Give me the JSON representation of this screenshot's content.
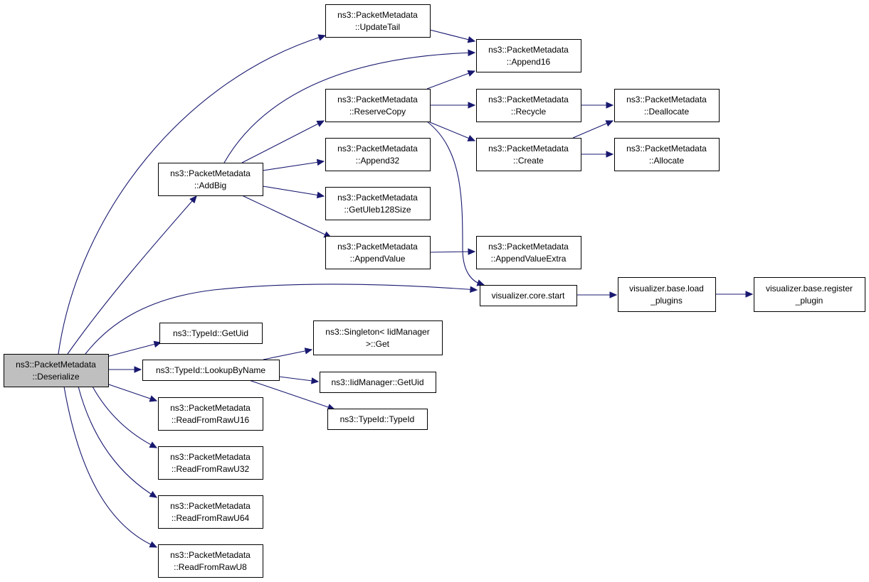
{
  "diagram": {
    "root": "deserialize",
    "nodes": [
      {
        "id": "deserialize",
        "lines": [
          "ns3::PacketMetadata",
          "::Deserialize"
        ]
      },
      {
        "id": "updatetail",
        "lines": [
          "ns3::PacketMetadata",
          "::UpdateTail"
        ]
      },
      {
        "id": "append16",
        "lines": [
          "ns3::PacketMetadata",
          "::Append16"
        ]
      },
      {
        "id": "reservecopy",
        "lines": [
          "ns3::PacketMetadata",
          "::ReserveCopy"
        ]
      },
      {
        "id": "recycle",
        "lines": [
          "ns3::PacketMetadata",
          "::Recycle"
        ]
      },
      {
        "id": "deallocate",
        "lines": [
          "ns3::PacketMetadata",
          "::Deallocate"
        ]
      },
      {
        "id": "create",
        "lines": [
          "ns3::PacketMetadata",
          "::Create"
        ]
      },
      {
        "id": "allocate",
        "lines": [
          "ns3::PacketMetadata",
          "::Allocate"
        ]
      },
      {
        "id": "addbig",
        "lines": [
          "ns3::PacketMetadata",
          "::AddBig"
        ]
      },
      {
        "id": "append32",
        "lines": [
          "ns3::PacketMetadata",
          "::Append32"
        ]
      },
      {
        "id": "getuleb",
        "lines": [
          "ns3::PacketMetadata",
          "::GetUleb128Size"
        ]
      },
      {
        "id": "appendvalue",
        "lines": [
          "ns3::PacketMetadata",
          "::AppendValue"
        ]
      },
      {
        "id": "appendvalueextra",
        "lines": [
          "ns3::PacketMetadata",
          "::AppendValueExtra"
        ]
      },
      {
        "id": "corestart",
        "lines": [
          "visualizer.core.start"
        ]
      },
      {
        "id": "loadplugins",
        "lines": [
          "visualizer.base.load",
          "_plugins"
        ]
      },
      {
        "id": "registerplugin",
        "lines": [
          "visualizer.base.register",
          "_plugin"
        ]
      },
      {
        "id": "typeidgetuid",
        "lines": [
          "ns3::TypeId::GetUid"
        ]
      },
      {
        "id": "lookupbyname",
        "lines": [
          "ns3::TypeId::LookupByName"
        ]
      },
      {
        "id": "singletonget",
        "lines": [
          "ns3::Singleton< IidManager",
          " >::Get"
        ]
      },
      {
        "id": "iidgetuid",
        "lines": [
          "ns3::IidManager::GetUid"
        ]
      },
      {
        "id": "typeidctor",
        "lines": [
          "ns3::TypeId::TypeId"
        ]
      },
      {
        "id": "readu16",
        "lines": [
          "ns3::PacketMetadata",
          "::ReadFromRawU16"
        ]
      },
      {
        "id": "readu32",
        "lines": [
          "ns3::PacketMetadata",
          "::ReadFromRawU32"
        ]
      },
      {
        "id": "readu64",
        "lines": [
          "ns3::PacketMetadata",
          "::ReadFromRawU64"
        ]
      },
      {
        "id": "readu8",
        "lines": [
          "ns3::PacketMetadata",
          "::ReadFromRawU8"
        ]
      }
    ],
    "edges": [
      {
        "from": "deserialize",
        "to": "updatetail"
      },
      {
        "from": "deserialize",
        "to": "addbig"
      },
      {
        "from": "deserialize",
        "to": "corestart"
      },
      {
        "from": "deserialize",
        "to": "typeidgetuid"
      },
      {
        "from": "deserialize",
        "to": "lookupbyname"
      },
      {
        "from": "deserialize",
        "to": "readu16"
      },
      {
        "from": "deserialize",
        "to": "readu32"
      },
      {
        "from": "deserialize",
        "to": "readu64"
      },
      {
        "from": "deserialize",
        "to": "readu8"
      },
      {
        "from": "updatetail",
        "to": "append16"
      },
      {
        "from": "addbig",
        "to": "append16"
      },
      {
        "from": "addbig",
        "to": "reservecopy"
      },
      {
        "from": "addbig",
        "to": "append32"
      },
      {
        "from": "addbig",
        "to": "getuleb"
      },
      {
        "from": "addbig",
        "to": "appendvalue"
      },
      {
        "from": "reservecopy",
        "to": "append16"
      },
      {
        "from": "reservecopy",
        "to": "recycle"
      },
      {
        "from": "reservecopy",
        "to": "create"
      },
      {
        "from": "reservecopy",
        "to": "corestart"
      },
      {
        "from": "recycle",
        "to": "deallocate"
      },
      {
        "from": "create",
        "to": "deallocate"
      },
      {
        "from": "create",
        "to": "allocate"
      },
      {
        "from": "appendvalue",
        "to": "appendvalueextra"
      },
      {
        "from": "corestart",
        "to": "loadplugins"
      },
      {
        "from": "loadplugins",
        "to": "registerplugin"
      },
      {
        "from": "lookupbyname",
        "to": "singletonget"
      },
      {
        "from": "lookupbyname",
        "to": "iidgetuid"
      },
      {
        "from": "lookupbyname",
        "to": "typeidctor"
      }
    ]
  }
}
